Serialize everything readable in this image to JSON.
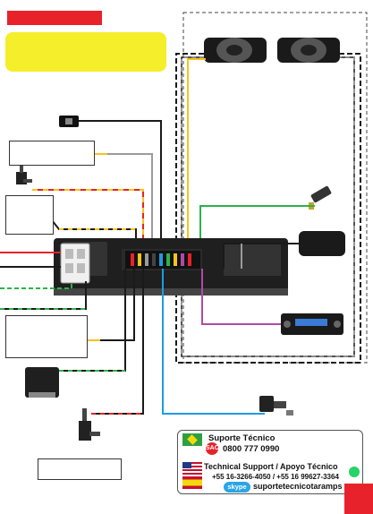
{
  "support": {
    "br_title": "Suporte Técnico",
    "sac_badge": "SAC",
    "br_phone": "0800 777 0990",
    "intl_title": "Technical Support / Apoyo Técnico",
    "intl_phone": "+55 16-3266-4050 / +55 16 99627-3364",
    "skype_badge": "skype",
    "skype_handle": "suportetecnicotaramps"
  },
  "colors": {
    "accent_red": "#e8222a",
    "highlight_yellow": "#f5ee2a",
    "wire_black": "#1a1a1a",
    "wire_red": "#e8222a",
    "wire_yellow": "#f5c31a",
    "wire_green": "#2bb24c",
    "wire_gray": "#9a9a9a",
    "wire_blue": "#1e9be0",
    "wire_purple": "#b04aa6"
  },
  "icons": [
    "flag-brazil-icon",
    "sac-icon",
    "flag-usa-icon",
    "flag-spain-icon",
    "skype-icon",
    "whatsapp-icon",
    "speaker-icon",
    "switch-icon",
    "door-actuator-icon",
    "sensor-icon",
    "led-icon",
    "siren-icon",
    "car-radio-icon",
    "control-module-icon",
    "connector-plug-icon"
  ]
}
